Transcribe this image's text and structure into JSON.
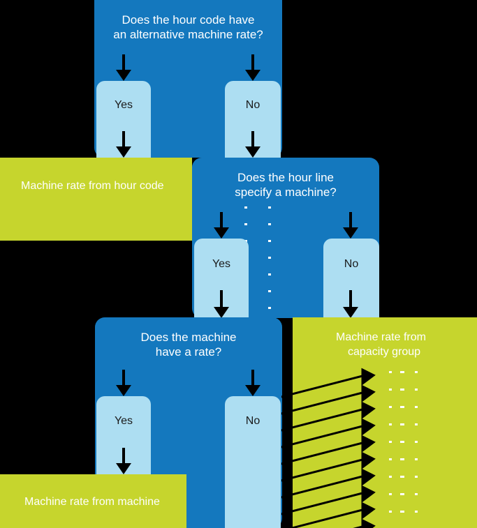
{
  "diagram": {
    "title": "Machine rate determination flowchart",
    "colors": {
      "blue": "#1478be",
      "light_blue": "#addef2",
      "yellow_green": "#c6d52d",
      "arrow": "#000000",
      "background": "#000000",
      "text_on_blue": "#ffffff",
      "text_on_light_blue": "#1a1a1a",
      "text_on_yellow": "#ffffff"
    },
    "decisions": [
      {
        "id": "hour-code-alt-rate",
        "question": "Does the hour code have an alternative machine rate?",
        "question_line1": "Does the hour code have",
        "question_line2": "an alternative machine rate?",
        "yes_label": "Yes",
        "no_label": "No"
      },
      {
        "id": "hour-line-machine",
        "question": "Does the hour line specify a machine?",
        "question_line1": "Does the hour line",
        "question_line2": "specify a machine?",
        "yes_label": "Yes",
        "no_label": "No"
      },
      {
        "id": "machine-has-rate",
        "question": "Does the machine have a rate?",
        "question_line1": "Does the machine",
        "question_line2": "have a rate?",
        "yes_label": "Yes",
        "no_label": "No"
      }
    ],
    "results": [
      {
        "id": "rate-from-hour-code",
        "label": "Machine rate from hour code",
        "line1": "Machine rate from hour code",
        "line2": ""
      },
      {
        "id": "rate-from-capacity-group",
        "label": "Machine rate from capacity group",
        "line1": "Machine rate from",
        "line2": "capacity group"
      },
      {
        "id": "rate-from-machine",
        "label": "Machine rate from machine",
        "line1": "Machine rate from machine",
        "line2": ""
      }
    ]
  }
}
